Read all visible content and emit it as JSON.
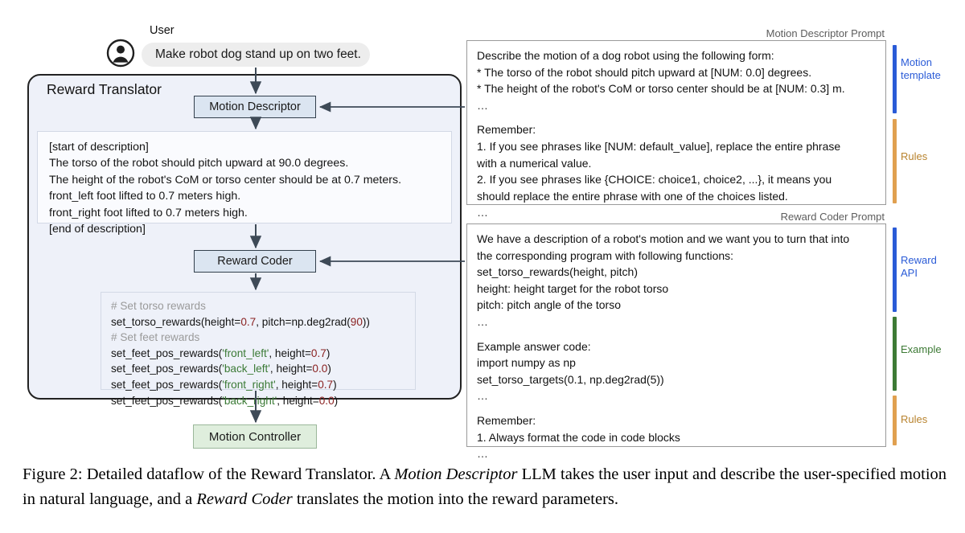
{
  "user": {
    "label": "User",
    "avatar_icon": "user-avatar-icon",
    "message": "Make robot dog stand up on two feet."
  },
  "reward_translator": {
    "title": "Reward Translator",
    "nodes": {
      "motion_descriptor": "Motion Descriptor",
      "reward_coder": "Reward Coder"
    },
    "description_box": {
      "lines": [
        "[start of description]",
        "The torso of the robot should pitch upward at 90.0 degrees.",
        "The height of the robot's CoM or torso center should be at 0.7 meters.",
        "front_left foot lifted to 0.7 meters high.",
        "front_right foot lifted to 0.7 meters high.",
        "[end of description]"
      ]
    },
    "code_box": {
      "lines": [
        {
          "type": "comment",
          "text": "# Set torso rewards"
        },
        {
          "type": "code",
          "text": "set_torso_rewards(height=0.7, pitch=np.deg2rad(90))"
        },
        {
          "type": "comment",
          "text": "# Set feet rewards"
        },
        {
          "type": "code",
          "text": "set_feet_pos_rewards('front_left', height=0.7)"
        },
        {
          "type": "code",
          "text": "set_feet_pos_rewards('back_left', height=0.0)"
        },
        {
          "type": "code",
          "text": "set_feet_pos_rewards('front_right', height=0.7)"
        },
        {
          "type": "code",
          "text": "set_feet_pos_rewards('back_right', height=0.0)"
        }
      ]
    }
  },
  "motion_controller": {
    "label": "Motion Controller"
  },
  "prompts": {
    "motion_descriptor": {
      "caption": "Motion Descriptor Prompt",
      "lines": [
        "Describe the motion of a dog robot using the following form:",
        "* The torso of the robot should pitch upward at [NUM: 0.0] degrees.",
        "* The height of the robot's CoM or torso center should be at [NUM: 0.3] m.",
        "…",
        "",
        "Remember:",
        "1. If you see phrases like [NUM: default_value], replace the entire phrase",
        "with a numerical value.",
        "2. If you see phrases like {CHOICE: choice1, choice2, ...}, it means you",
        "should replace the entire phrase with one of the choices listed.",
        "…"
      ]
    },
    "reward_coder": {
      "caption": "Reward Coder Prompt",
      "lines": [
        "We have a description of a robot's motion and we want you to turn that into",
        "the corresponding program with following functions:",
        "set_torso_rewards(height, pitch)",
        "height: height target for the robot torso",
        "pitch: pitch angle of the torso",
        "…",
        "",
        "Example answer code:",
        "import numpy as np",
        "set_torso_targets(0.1, np.deg2rad(5))",
        "…",
        "",
        "Remember:",
        "1. Always format the code in code blocks",
        "…"
      ]
    }
  },
  "annotations": [
    {
      "label": "Motion\ntemplate",
      "color": "#2a5bd7"
    },
    {
      "label": "Rules",
      "color": "#e0a050"
    },
    {
      "label": "Reward\nAPI",
      "color": "#2a5bd7"
    },
    {
      "label": "Example",
      "color": "#3d7a35"
    },
    {
      "label": "Rules",
      "color": "#e0a050"
    }
  ],
  "annotation_labels": {
    "motion_template_l1": "Motion",
    "motion_template_l2": "template",
    "rules_1": "Rules",
    "reward_api_l1": "Reward",
    "reward_api_l2": "API",
    "example": "Example",
    "rules_2": "Rules"
  },
  "caption": {
    "prefix": "Figure 2: Detailed dataflow of the Reward Translator. A ",
    "em1": "Motion Descriptor",
    "mid": " LLM takes the user input and describe the user-specified motion in natural language, and a ",
    "em2": "Reward Coder",
    "suffix": " translates the motion into the reward parameters."
  },
  "colors": {
    "node_fill": "#dbe5f1",
    "node_border": "#33404d",
    "container_fill": "#eef1f9",
    "controller_fill": "#dfeedd",
    "blue": "#2a5bd7",
    "orange": "#e0a050",
    "green": "#3d7a35",
    "string_green": "#3b7a36",
    "number_red": "#8a2222",
    "comment_gray": "#9a9a9a"
  }
}
